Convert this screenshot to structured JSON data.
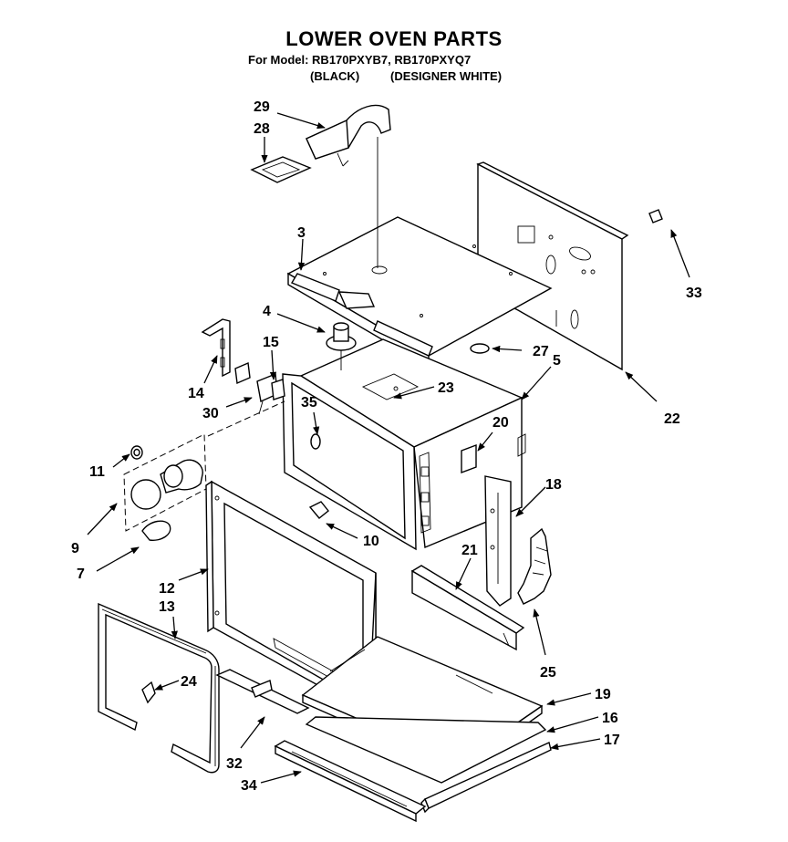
{
  "header": {
    "title": "LOWER OVEN PARTS",
    "model_line": "For Model: RB170PXYB7, RB170PXYQ7",
    "variant_black": "(BLACK)",
    "variant_white": "(DESIGNER WHITE)"
  },
  "callouts": [
    "29",
    "28",
    "3",
    "33",
    "4",
    "15",
    "27",
    "5",
    "14",
    "23",
    "30",
    "35",
    "22",
    "20",
    "11",
    "18",
    "9",
    "10",
    "21",
    "7",
    "12",
    "13",
    "25",
    "24",
    "19",
    "16",
    "17",
    "32",
    "34"
  ]
}
